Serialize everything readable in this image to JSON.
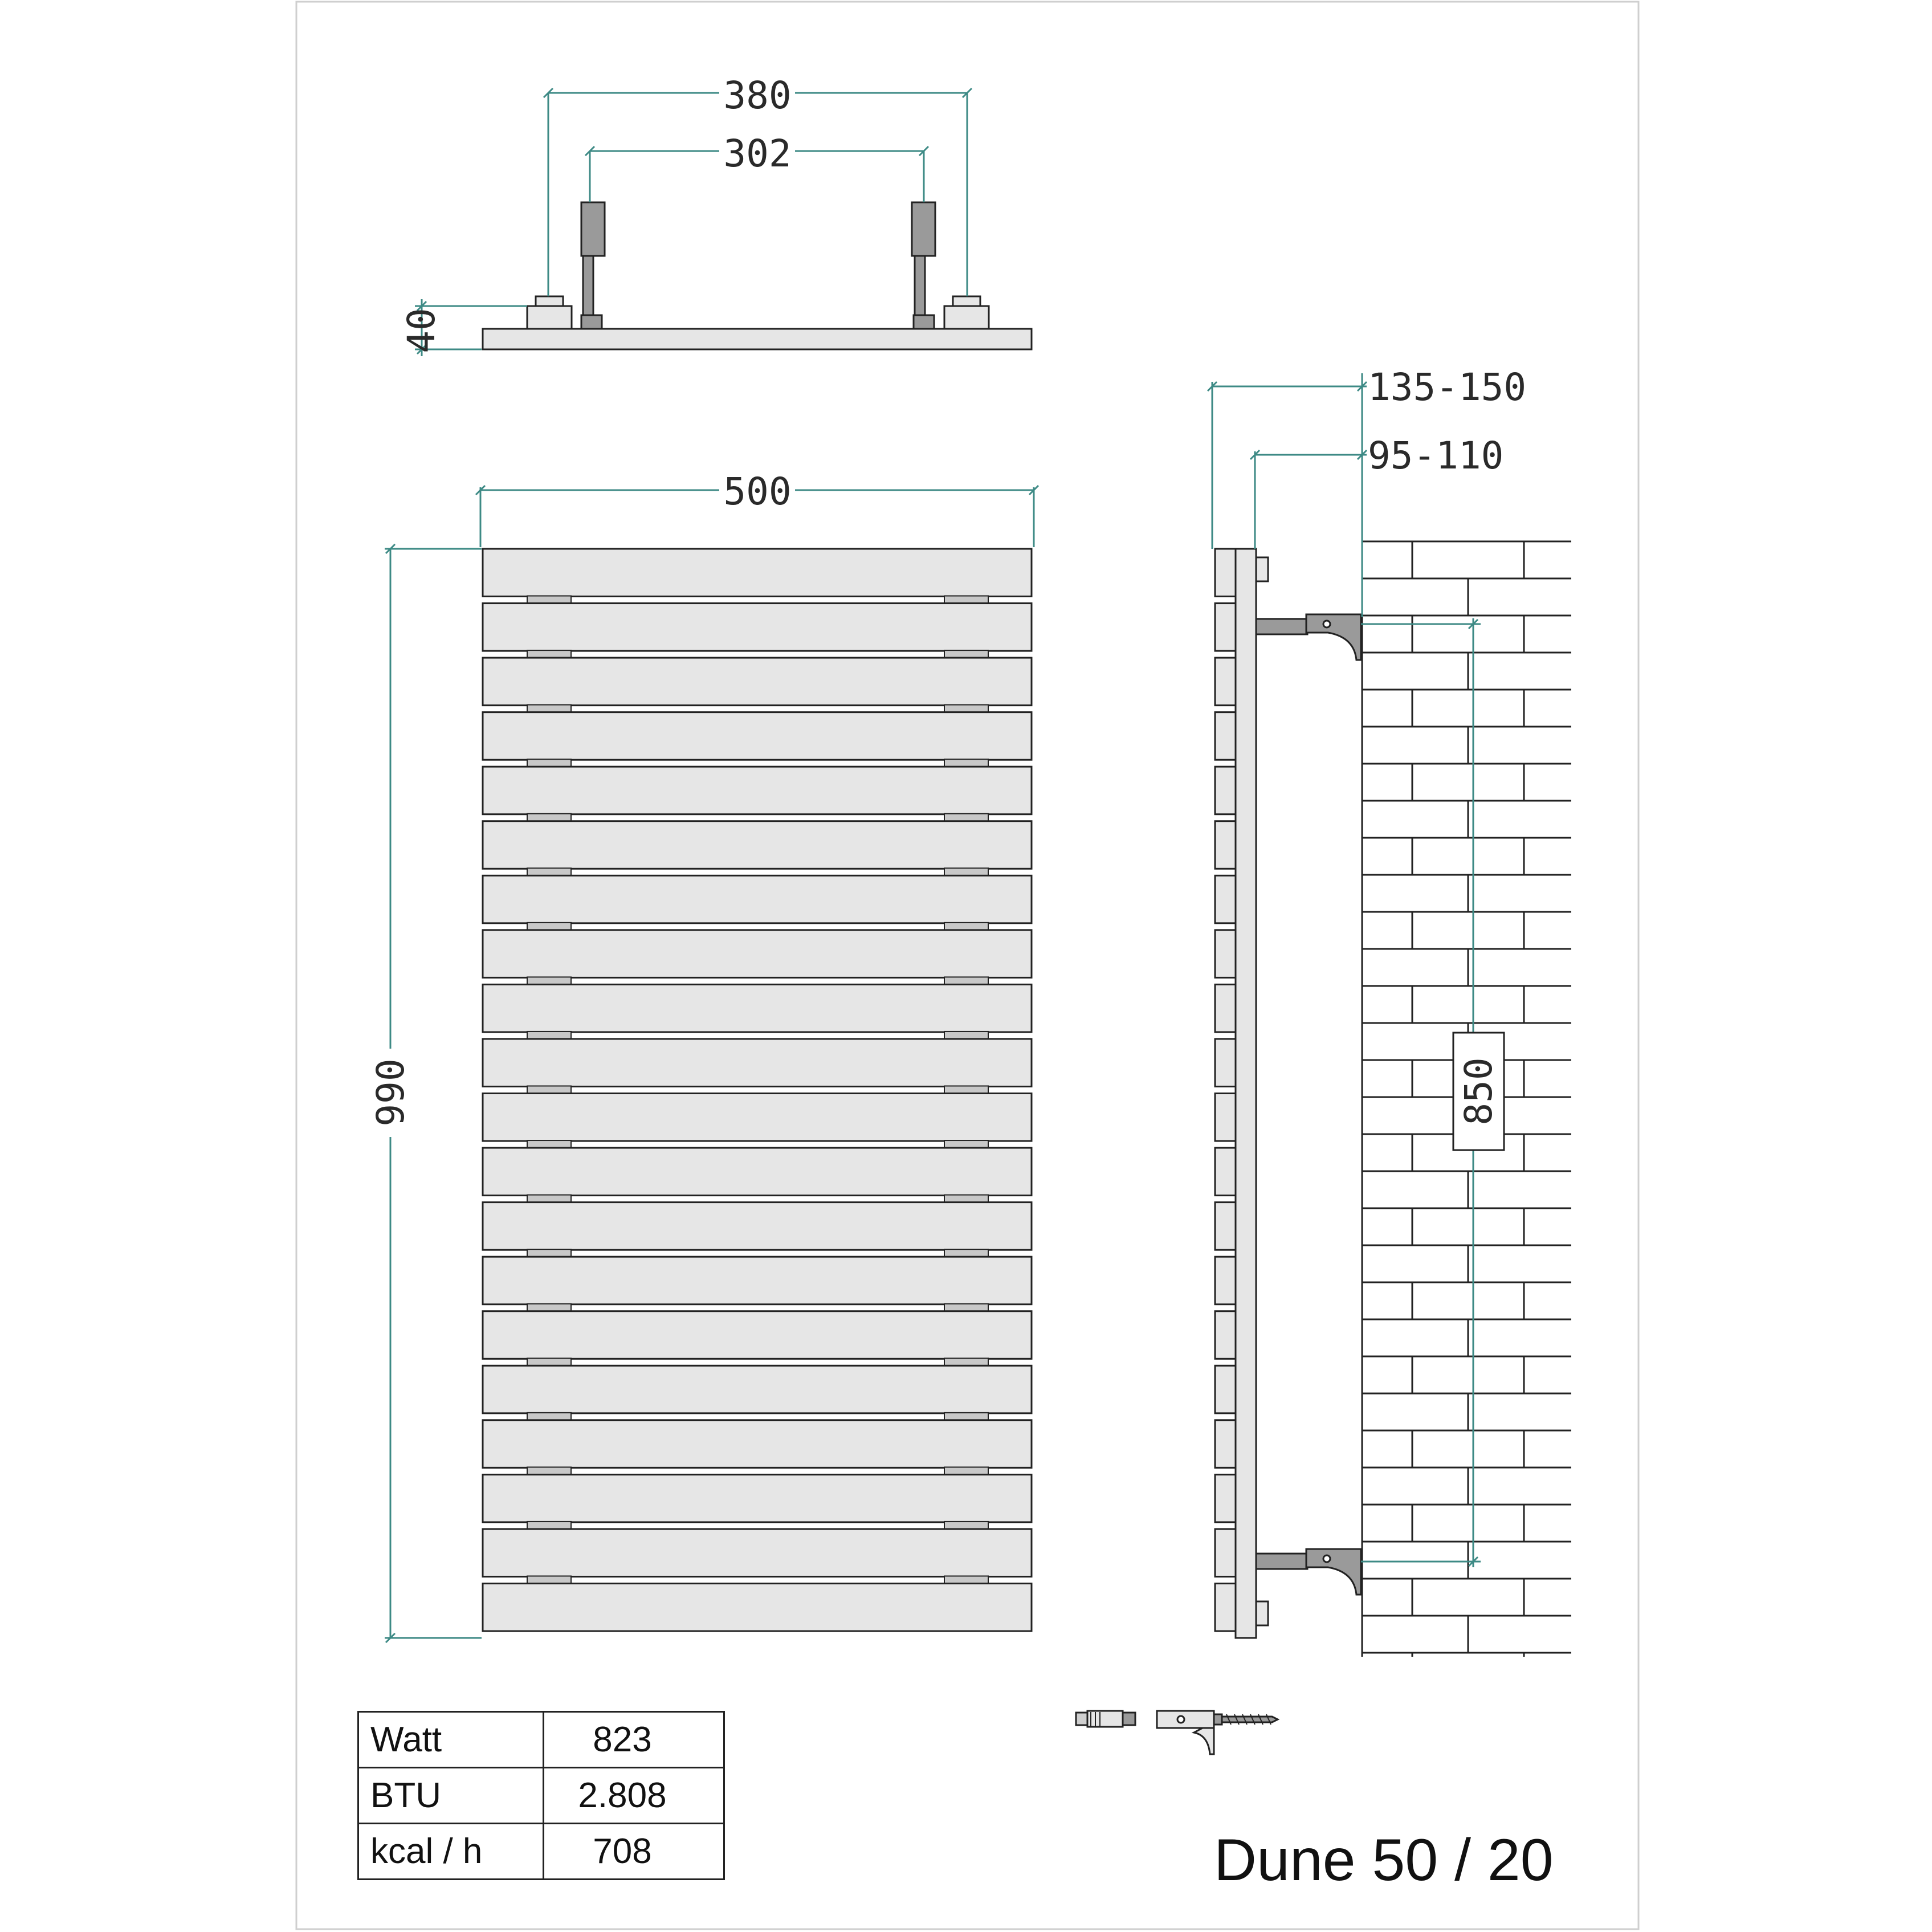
{
  "dimensions": {
    "outer_connection": "380",
    "inner_connection": "302",
    "depth": "40",
    "width": "500",
    "height": "990",
    "wall_distance_outer": "135-150",
    "wall_distance_inner": "95-110",
    "bracket_spacing": "850"
  },
  "specs": {
    "rows": [
      {
        "label": "Watt",
        "value": "823"
      },
      {
        "label": "BTU",
        "value": "2.808"
      },
      {
        "label": "kcal / h",
        "value": "708"
      }
    ]
  },
  "model_name": "Dune 50 / 20",
  "colors": {
    "dimension_line": "#3d8a85",
    "panel_fill": "#e6e6e6",
    "outline": "#222222",
    "connector_fill": "#9a9a9a"
  }
}
